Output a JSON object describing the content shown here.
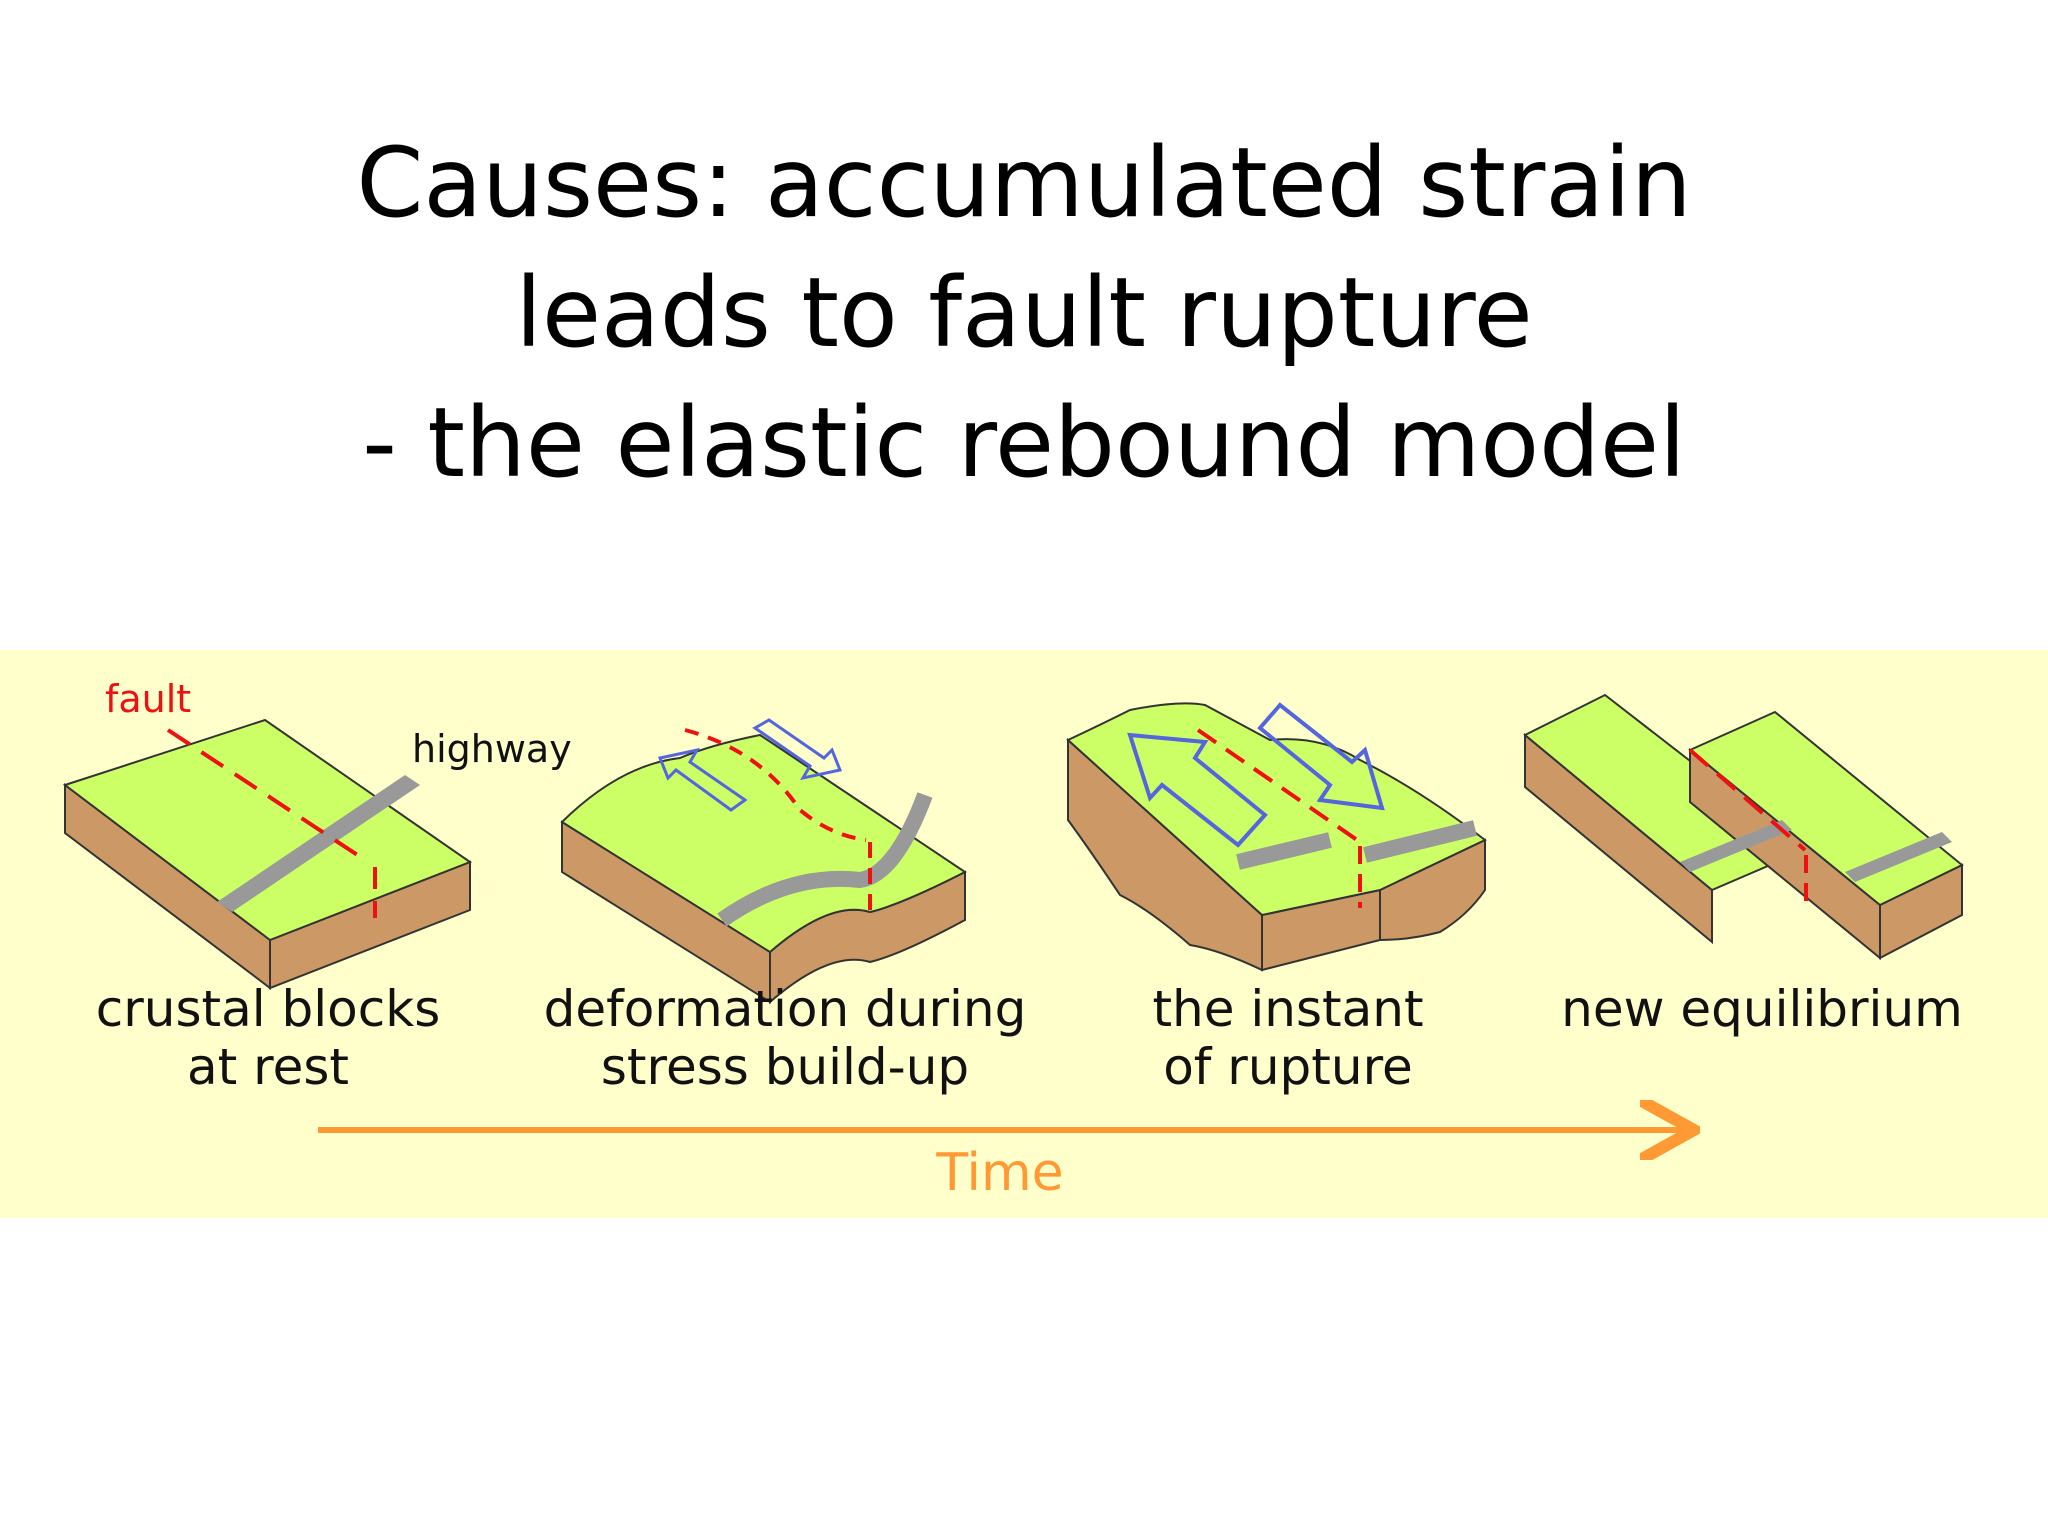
{
  "title": {
    "line1": "Causes:  accumulated strain",
    "line2": "leads to fault rupture",
    "line3": "- the elastic rebound model"
  },
  "diagram": {
    "labels": {
      "fault": "fault",
      "highway": "highway",
      "time": "Time"
    },
    "stages": [
      {
        "line1": "crustal blocks",
        "line2": "at rest"
      },
      {
        "line1": "deformation during",
        "line2": "stress build-up"
      },
      {
        "line1": "the instant",
        "line2": "of rupture"
      },
      {
        "line1": "new equilibrium",
        "line2": ""
      }
    ],
    "colors": {
      "panel_background": "#ffffcc",
      "ground_top": "#ccff66",
      "block_side": "#cc9966",
      "highway": "#999999",
      "fault_line": "#ee1111",
      "stress_arrows": "#5566dd",
      "time_arrow": "#ff9933"
    }
  }
}
